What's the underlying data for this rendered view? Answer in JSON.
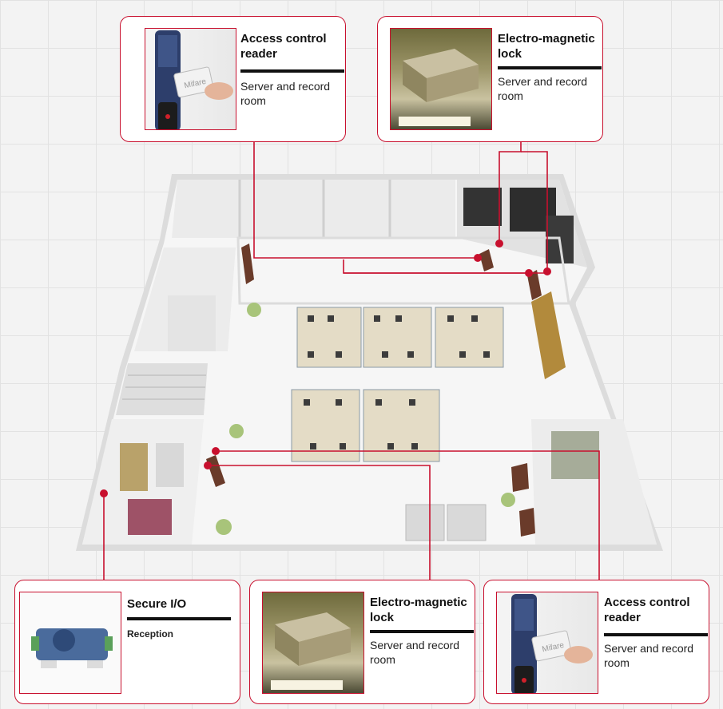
{
  "callouts": {
    "top_left": {
      "title": "Access control reader",
      "description": "Server and record room",
      "icon": "card-reader-photo"
    },
    "top_right": {
      "title": "Electro-magnetic lock",
      "description": "Server and record room",
      "icon": "magnetic-lock-photo"
    },
    "bottom_left": {
      "title": "Secure I/O",
      "description": "Reception",
      "icon": "io-module-photo"
    },
    "bottom_middle": {
      "title": "Electro-magnetic lock",
      "description": "Server and record room",
      "icon": "magnetic-lock-photo"
    },
    "bottom_right": {
      "title": "Access control reader",
      "description": "Server and record room",
      "icon": "card-reader-photo"
    }
  },
  "card_label": "Mifare",
  "colors": {
    "accent": "#c8102e",
    "rule": "#111111",
    "floor": "#f7f7f7",
    "wall": "#e6e6e6"
  }
}
